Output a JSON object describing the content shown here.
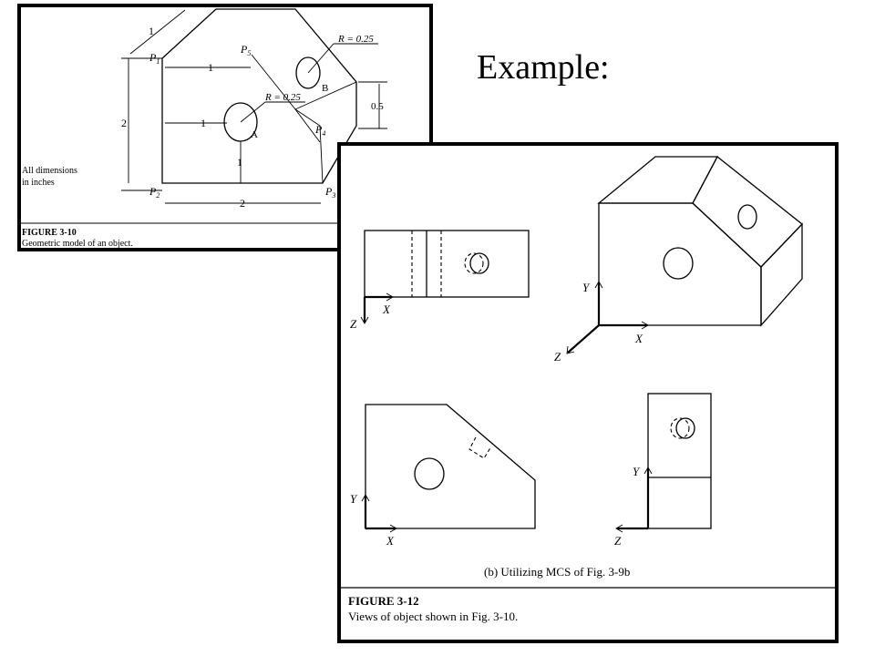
{
  "heading": "Example:",
  "fig310": {
    "title": "FIGURE 3-10",
    "subtitle": "Geometric model of an object.",
    "note_line1": "All dimensions",
    "note_line2": "in inches",
    "points": {
      "p1": "P",
      "p1_sub": "1",
      "p2": "P",
      "p2_sub": "2",
      "p3": "P",
      "p3_sub": "3",
      "p4": "P",
      "p4_sub": "4",
      "p5": "P",
      "p5_sub": "5"
    },
    "holes": {
      "a": "A",
      "b": "B",
      "r_a": "R = 0.25",
      "r_b": "R = 0.25"
    },
    "dims": {
      "top_depth": "1",
      "left_height": "2",
      "bottom_width": "2",
      "p5_offset": "1",
      "hole_a_x": "1",
      "hole_a_y": "1",
      "chamfer": "0.5"
    }
  },
  "fig312": {
    "caption": "(b) Utilizing MCS of Fig. 3-9b",
    "title": "FIGURE 3-12",
    "subtitle": "Views of object shown in Fig. 3-10.",
    "axes": {
      "x": "X",
      "y": "Y",
      "z": "Z"
    }
  }
}
